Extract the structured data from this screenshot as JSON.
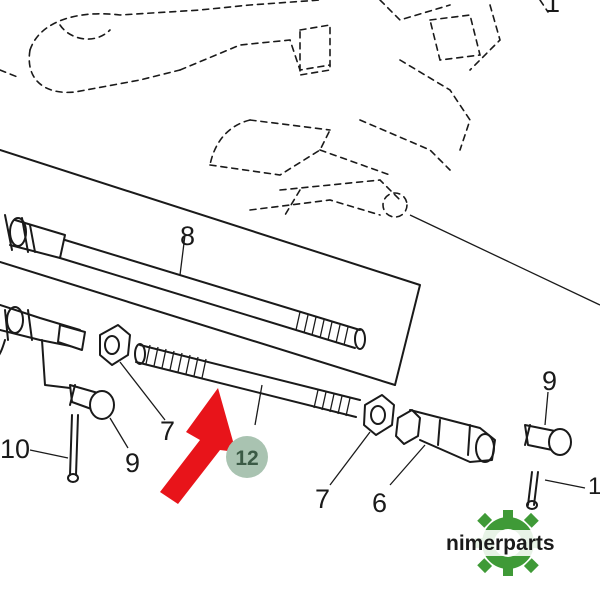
{
  "diagram": {
    "callouts": {
      "c8": "8",
      "c7a": "7",
      "c7b": "7",
      "c9a": "9",
      "c9b": "9",
      "c10": "10",
      "c6": "6",
      "c1": "1",
      "c12": "12"
    }
  },
  "brand": {
    "name": "nimerparts",
    "colors": {
      "logo_gear": "#3f9a37",
      "arrow": "#e8141a",
      "badge": "#a9c3b1"
    }
  }
}
